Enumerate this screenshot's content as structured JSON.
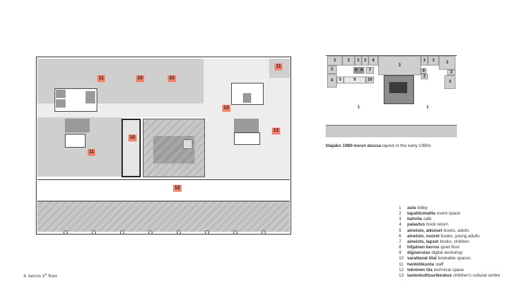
{
  "main_plan": {
    "caption_prefix": "4. kerros 3",
    "caption_sup": "rd",
    "caption_suffix": " floor",
    "room_tags": [
      {
        "id": "11",
        "pos": "top-left"
      },
      {
        "id": "10",
        "pos": "top-mid-left"
      },
      {
        "id": "10",
        "pos": "top-mid-right"
      },
      {
        "id": "11",
        "pos": "top-right"
      },
      {
        "id": "13",
        "pos": "center-right"
      },
      {
        "id": "13",
        "pos": "right"
      },
      {
        "id": "10",
        "pos": "middle"
      },
      {
        "id": "11",
        "pos": "bottom-left"
      },
      {
        "id": "12",
        "pos": "bottom-center"
      }
    ],
    "tag_color": "#f4826b"
  },
  "historic_plan": {
    "caption_fi": "tilajako 1980-luvun alussa",
    "caption_en": "layout in the early 1980s",
    "room_numbers": [
      "3",
      "3",
      "3",
      "3",
      "6",
      "3",
      "3",
      "3",
      "3",
      "3",
      "8",
      "8",
      "7",
      "8",
      "2",
      "3",
      "4",
      "5",
      "9",
      "10",
      "3",
      "1",
      "1"
    ]
  },
  "legend": [
    {
      "num": "1",
      "fi": "aula",
      "en": "lobby"
    },
    {
      "num": "2",
      "fi": "tapahtumatila",
      "en": "event space"
    },
    {
      "num": "3",
      "fi": "kahvila",
      "en": "café"
    },
    {
      "num": "4",
      "fi": "palautus",
      "en": "book return"
    },
    {
      "num": "5",
      "fi": "aineisto, aikuiset",
      "en": "books, adults"
    },
    {
      "num": "6",
      "fi": "aineisto, nuoret",
      "en": "books, young adults"
    },
    {
      "num": "7",
      "fi": "aineisto, lapset",
      "en": "books, children"
    },
    {
      "num": "8",
      "fi": "hiljainen kerros",
      "en": "quiet floor"
    },
    {
      "num": "9",
      "fi": "digiverstas",
      "en": "digital workshop"
    },
    {
      "num": "10",
      "fi": "varattavat tilat",
      "en": "bookable spaces"
    },
    {
      "num": "11",
      "fi": "henkilökunta",
      "en": "staff"
    },
    {
      "num": "12",
      "fi": "tekninen tila",
      "en": "technical space"
    },
    {
      "num": "13",
      "fi": "lastenkulttuurikeskus",
      "en": "children's cultural centre"
    }
  ]
}
